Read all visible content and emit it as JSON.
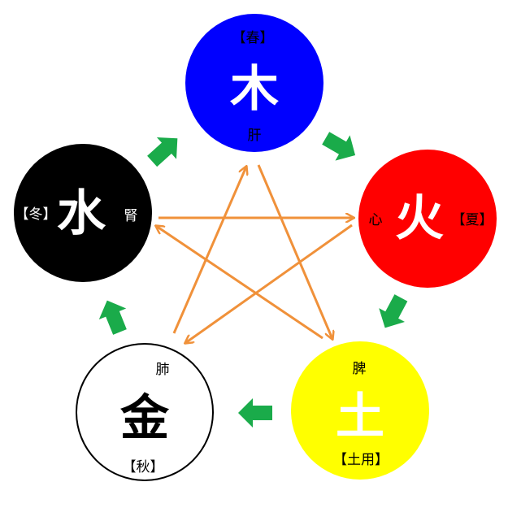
{
  "colors": {
    "wood": "#0000ff",
    "fire": "#ff0000",
    "earth": "#ffff00",
    "metal": "#ffffff",
    "water": "#000000",
    "generating_arrow": "#1aab4a",
    "controlling_arrow": "#f0913a",
    "metal_outline": "#000000"
  },
  "elements": {
    "wood": {
      "character": "木",
      "season": "【春】",
      "organ": "肝"
    },
    "fire": {
      "character": "火",
      "season": "【夏】",
      "organ": "心"
    },
    "earth": {
      "character": "土",
      "season": "【土用】",
      "organ": "脾"
    },
    "metal": {
      "character": "金",
      "season": "【秋】",
      "organ": "肺"
    },
    "water": {
      "character": "水",
      "season": "【冬】",
      "organ": "腎"
    }
  },
  "icons": {
    "generating": "green-block-arrow-icon",
    "controlling": "orange-line-arrow-icon"
  }
}
